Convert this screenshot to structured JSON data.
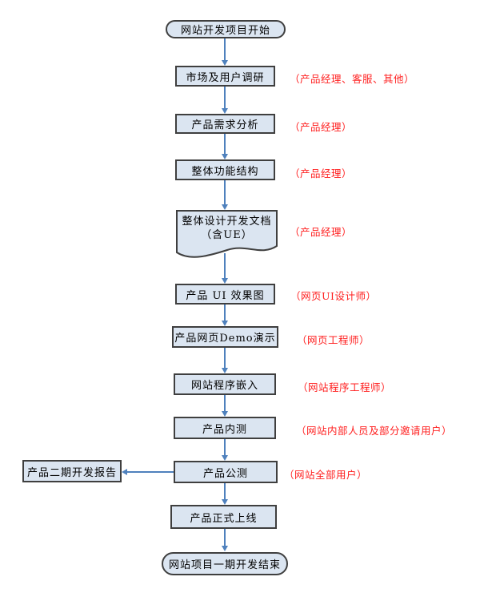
{
  "diagram": {
    "type": "flowchart",
    "colors": {
      "node_fill": "#dbe5f1",
      "node_border": "#3f3f3f",
      "arrow": "#4f81bd",
      "annotation_text": "#ff1f1f",
      "node_text": "#000000"
    },
    "start": {
      "label": "网站开发项目开始"
    },
    "end": {
      "label": "网站项目一期开发结束"
    },
    "steps": [
      {
        "label": "市场及用户调研",
        "annotation": "（产品经理、客服、其他）",
        "shape": "rect"
      },
      {
        "label": "产品需求分析",
        "annotation": "（产品经理）",
        "shape": "rect"
      },
      {
        "label": "整体功能结构",
        "annotation": "（产品经理）",
        "shape": "rect"
      },
      {
        "label": "整体设计开发文档",
        "label_line2": "（含UE）",
        "annotation": "（产品经理）",
        "shape": "document"
      },
      {
        "label": "产品 UI 效果图",
        "annotation": "（网页UI设计师）",
        "shape": "rect"
      },
      {
        "label": "产品网页Demo演示",
        "annotation": "（网页工程师）",
        "shape": "rect"
      },
      {
        "label": "网站程序嵌入",
        "annotation": "（网站程序工程师）",
        "shape": "rect"
      },
      {
        "label": "产品内测",
        "annotation": "（网站内部人员及部分邀请用户）",
        "shape": "rect"
      },
      {
        "label": "产品公测",
        "annotation": "（网站全部用户）",
        "shape": "rect"
      },
      {
        "label": "产品正式上线",
        "annotation": "",
        "shape": "rect"
      }
    ],
    "branch": {
      "label": "产品二期开发报告"
    }
  }
}
